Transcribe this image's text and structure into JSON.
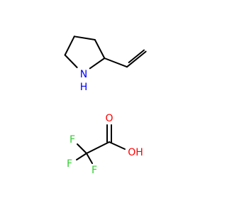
{
  "molecules": [
    {
      "atoms": [
        {
          "symbol": "N",
          "color": "#0000FF"
        },
        {
          "symbol": "H",
          "color": "#0000FF"
        }
      ]
    },
    {
      "atoms": [
        {
          "symbol": "O",
          "color": "#FF0000"
        },
        {
          "symbol": "OH",
          "color": "#FF0000"
        },
        {
          "symbol": "F",
          "color": "#33CC33"
        },
        {
          "symbol": "F",
          "color": "#33CC33"
        },
        {
          "symbol": "F",
          "color": "#33CC33"
        }
      ]
    }
  ]
}
